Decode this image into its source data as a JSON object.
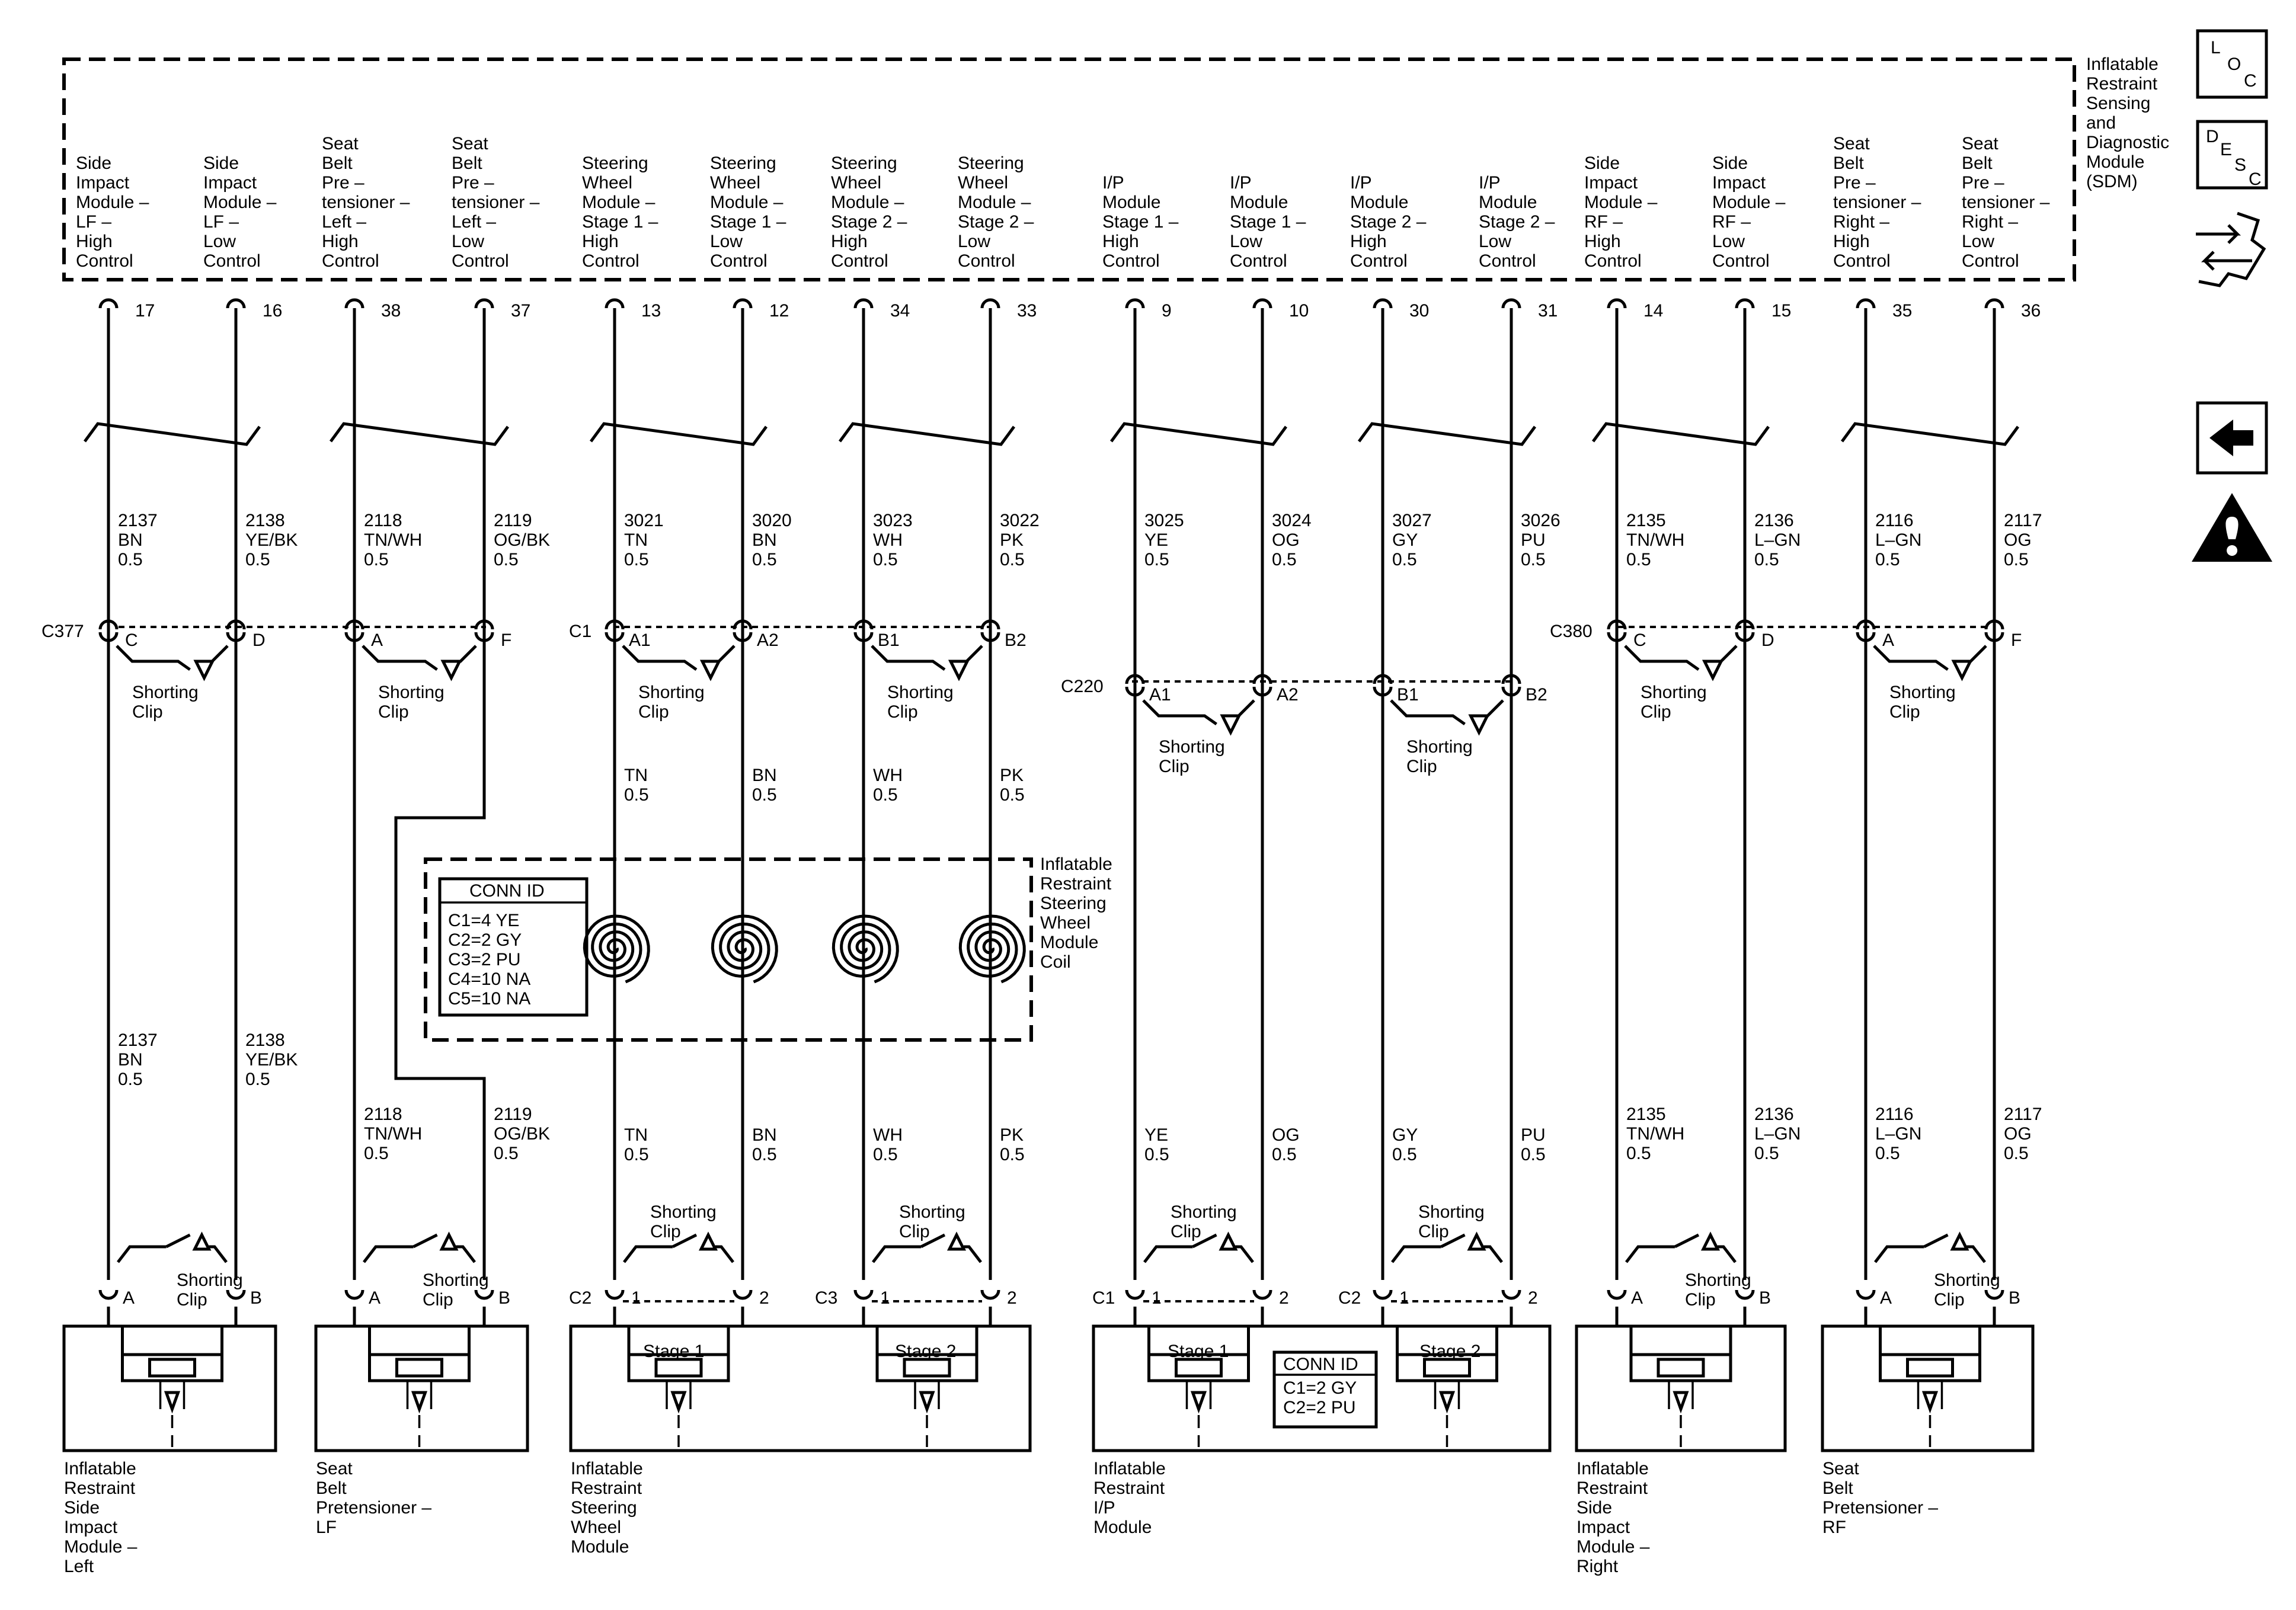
{
  "sdm": {
    "title": [
      "Inflatable",
      "Restraint",
      "Sensing",
      "and",
      "Diagnostic",
      "Module",
      "(SDM)"
    ],
    "pins": [
      {
        "label": [
          "Side",
          "Impact",
          "Module –",
          "LF –",
          "High",
          "Control"
        ],
        "pin": "17"
      },
      {
        "label": [
          "Side",
          "Impact",
          "Module –",
          "LF –",
          "Low",
          "Control"
        ],
        "pin": "16"
      },
      {
        "label": [
          "Seat",
          "Belt",
          "Pre –",
          "tensioner –",
          "Left –",
          "High",
          "Control"
        ],
        "pin": "38"
      },
      {
        "label": [
          "Seat",
          "Belt",
          "Pre –",
          "tensioner –",
          "Left –",
          "Low",
          "Control"
        ],
        "pin": "37"
      },
      {
        "label": [
          "Steering",
          "Wheel",
          "Module –",
          "Stage 1 –",
          "High",
          "Control"
        ],
        "pin": "13"
      },
      {
        "label": [
          "Steering",
          "Wheel",
          "Module –",
          "Stage 1 –",
          "Low",
          "Control"
        ],
        "pin": "12"
      },
      {
        "label": [
          "Steering",
          "Wheel",
          "Module –",
          "Stage 2 –",
          "High",
          "Control"
        ],
        "pin": "34"
      },
      {
        "label": [
          "Steering",
          "Wheel",
          "Module –",
          "Stage 2 –",
          "Low",
          "Control"
        ],
        "pin": "33"
      },
      {
        "label": [
          "I/P",
          "Module",
          "Stage 1 –",
          "High",
          "Control"
        ],
        "pin": "9"
      },
      {
        "label": [
          "I/P",
          "Module",
          "Stage 1 –",
          "Low",
          "Control"
        ],
        "pin": "10"
      },
      {
        "label": [
          "I/P",
          "Module",
          "Stage 2 –",
          "High",
          "Control"
        ],
        "pin": "30"
      },
      {
        "label": [
          "I/P",
          "Module",
          "Stage 2 –",
          "Low",
          "Control"
        ],
        "pin": "31"
      },
      {
        "label": [
          "Side",
          "Impact",
          "Module –",
          "RF –",
          "High",
          "Control"
        ],
        "pin": "14"
      },
      {
        "label": [
          "Side",
          "Impact",
          "Module –",
          "RF –",
          "Low",
          "Control"
        ],
        "pin": "15"
      },
      {
        "label": [
          "Seat",
          "Belt",
          "Pre –",
          "tensioner –",
          "Right –",
          "High",
          "Control"
        ],
        "pin": "35"
      },
      {
        "label": [
          "Seat",
          "Belt",
          "Pre –",
          "tensioner –",
          "Right –",
          "Low",
          "Control"
        ],
        "pin": "36"
      }
    ]
  },
  "wires_upper": [
    [
      "2137",
      "BN",
      "0.5"
    ],
    [
      "2138",
      "YE/BK",
      "0.5"
    ],
    [
      "2118",
      "TN/WH",
      "0.5"
    ],
    [
      "2119",
      "OG/BK",
      "0.5"
    ],
    [
      "3021",
      "TN",
      "0.5"
    ],
    [
      "3020",
      "BN",
      "0.5"
    ],
    [
      "3023",
      "WH",
      "0.5"
    ],
    [
      "3022",
      "PK",
      "0.5"
    ],
    [
      "3025",
      "YE",
      "0.5"
    ],
    [
      "3024",
      "OG",
      "0.5"
    ],
    [
      "3027",
      "GY",
      "0.5"
    ],
    [
      "3026",
      "PU",
      "0.5"
    ],
    [
      "2135",
      "TN/WH",
      "0.5"
    ],
    [
      "2136",
      "L–GN",
      "0.5"
    ],
    [
      "2116",
      "L–GN",
      "0.5"
    ],
    [
      "2117",
      "OG",
      "0.5"
    ]
  ],
  "wires_mid": [
    [
      "TN",
      "0.5"
    ],
    [
      "BN",
      "0.5"
    ],
    [
      "WH",
      "0.5"
    ],
    [
      "PK",
      "0.5"
    ]
  ],
  "wires_lower": [
    [
      "2137",
      "BN",
      "0.5"
    ],
    [
      "2138",
      "YE/BK",
      "0.5"
    ],
    [
      "2118",
      "TN/WH",
      "0.5"
    ],
    [
      "2119",
      "OG/BK",
      "0.5"
    ],
    [
      "TN",
      "0.5"
    ],
    [
      "BN",
      "0.5"
    ],
    [
      "WH",
      "0.5"
    ],
    [
      "PK",
      "0.5"
    ],
    [
      "YE",
      "0.5"
    ],
    [
      "OG",
      "0.5"
    ],
    [
      "GY",
      "0.5"
    ],
    [
      "PU",
      "0.5"
    ],
    [
      "2135",
      "TN/WH",
      "0.5"
    ],
    [
      "2136",
      "L–GN",
      "0.5"
    ],
    [
      "2116",
      "L–GN",
      "0.5"
    ],
    [
      "2117",
      "OG",
      "0.5"
    ]
  ],
  "connectors": {
    "c377": "C377",
    "c1": "C1",
    "c380": "C380",
    "c220": "C220",
    "pins_377": [
      "C",
      "D",
      "A",
      "F"
    ],
    "pins_c1": [
      "A1",
      "A2",
      "B1",
      "B2"
    ],
    "pins_380": [
      "C",
      "D",
      "A",
      "F"
    ],
    "pins_220": [
      "A1",
      "A2",
      "B1",
      "B2"
    ]
  },
  "shorting_clip": [
    "Shorting",
    "Clip"
  ],
  "coil": {
    "label": [
      "Inflatable",
      "Restraint",
      "Steering",
      "Wheel",
      "Module",
      "Coil"
    ],
    "conn_title": "CONN ID",
    "conn_lines": [
      "C1=4 YE",
      "C2=2 GY",
      "C3=2 PU",
      "C4=10 NA",
      "C5=10 NA"
    ]
  },
  "ip_conn": {
    "title": "CONN ID",
    "lines": [
      "C1=2 GY",
      "C2=2 PU"
    ]
  },
  "bottom": {
    "c2": "C2",
    "c3": "C3",
    "c1": "C1",
    "pin_a": "A",
    "pin_b": "B",
    "pin_1": "1",
    "pin_2": "2",
    "stage1": "Stage 1",
    "stage2": "Stage 2"
  },
  "devices": [
    [
      "Inflatable",
      "Restraint",
      "Side",
      "Impact",
      "Module –",
      "Left"
    ],
    [
      "Seat",
      "Belt",
      "Pretensioner –",
      "LF"
    ],
    [
      "Inflatable",
      "Restraint",
      "Steering",
      "Wheel",
      "Module"
    ],
    [
      "Inflatable",
      "Restraint",
      "I/P",
      "Module"
    ],
    [
      "Inflatable",
      "Restraint",
      "Side",
      "Impact",
      "Module –",
      "Right"
    ],
    [
      "Seat",
      "Belt",
      "Pretensioner –",
      "RF"
    ]
  ],
  "icons": {
    "loc": [
      "L",
      "O",
      "C"
    ],
    "desc": [
      "D",
      "E",
      "S",
      "C"
    ],
    "names": [
      "loc-icon",
      "desc-icon",
      "schematic-nav-icon",
      "back-arrow-icon",
      "warning-icon"
    ]
  }
}
